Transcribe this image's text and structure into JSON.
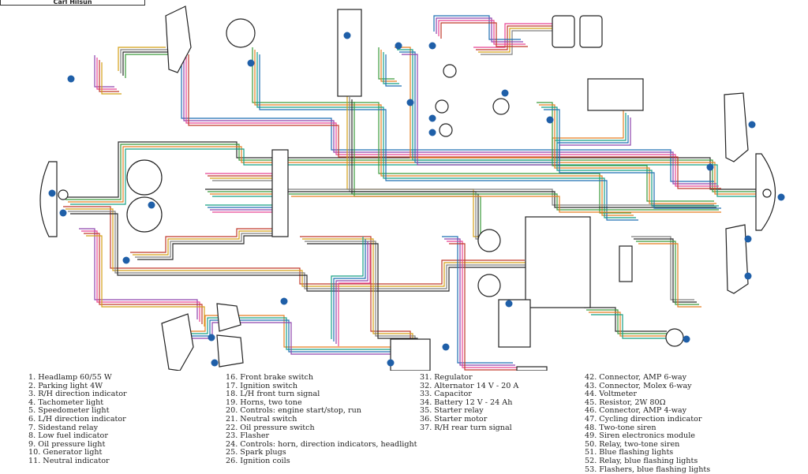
{
  "header": {
    "author": "Carl Hilsun"
  },
  "legend": {
    "col1": [
      "1.  Headlamp 60/55 W",
      "2.  Parking light 4W",
      "3.  R/H direction indicator",
      "4.  Tachometer light",
      "5.  Speedometer light",
      "6.  L/H direction indicator",
      "7.  Sidestand relay",
      "8.  Low fuel indicator",
      "9.  Oil pressure light",
      "10. Generator light",
      "11. Neutral indicator"
    ],
    "col2": [
      "16. Front brake switch",
      "17. Ignition switch",
      "18. L/H front turn signal",
      "19. Horns, two tone",
      "20. Controls: engine start/stop, run",
      "21. Neutral switch",
      "22. Oil pressure switch",
      "23. Flasher",
      "24. Controls: horn, direction indicators, headlight",
      "25. Spark plugs",
      "26. Ignition coils"
    ],
    "col3": [
      "31. Regulator",
      "32. Alternator 14 V - 20 A",
      "33. Capacitor",
      "34. Battery 12 V - 24 Ah",
      "35. Starter relay",
      "36. Starter motor",
      "37. R/H rear turn signal"
    ],
    "col4": [
      "42. Connector, AMP 6-way",
      "43. Connector, Molex 6-way",
      "44. Voltmeter",
      "45. Resistor, 2W 80Ω",
      "46. Connector, AMP 4-way",
      "47. Cycling direction indicator",
      "48. Two-tone siren",
      "49. Siren electronics module",
      "50. Relay, two-tone siren",
      "51. Blue flashing lights",
      "52. Relay, blue flashing lights",
      "53. Flashers, blue flashing lights"
    ]
  },
  "diagram": {
    "wire_colors": [
      "#2b2b2b",
      "#c0392b",
      "#1f6fb2",
      "#3a9a3a",
      "#d4a017",
      "#8e44ad",
      "#e67e22",
      "#7f7f7f",
      "#e84393",
      "#16a085"
    ],
    "callout_color": "#1f5fa8"
  }
}
